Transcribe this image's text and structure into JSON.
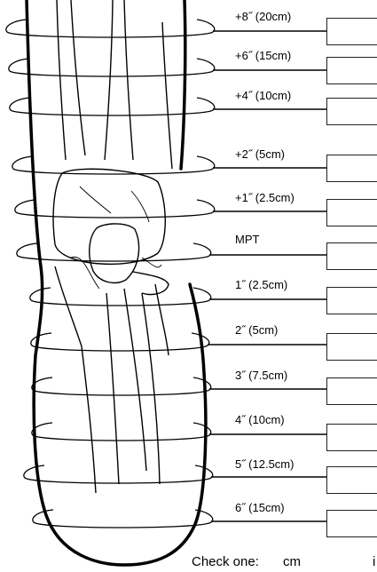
{
  "levels": [
    {
      "label": "+8˝ (20cm)"
    },
    {
      "label": "+6˝ (15cm)"
    },
    {
      "label": "+4˝ (10cm)"
    },
    {
      "label": "+2˝ (5cm)"
    },
    {
      "label": "+1˝ (2.5cm)"
    },
    {
      "label": "MPT"
    },
    {
      "label": "1˝ (2.5cm)"
    },
    {
      "label": "2˝ (5cm)"
    },
    {
      "label": "3˝ (7.5cm)"
    },
    {
      "label": "4˝ (10cm)"
    },
    {
      "label": "5˝ (12.5cm)"
    },
    {
      "label": "6˝ (15cm)"
    }
  ],
  "footer": {
    "check_one": "Check one:",
    "unit_cm": "cm",
    "unit_in": "i"
  }
}
